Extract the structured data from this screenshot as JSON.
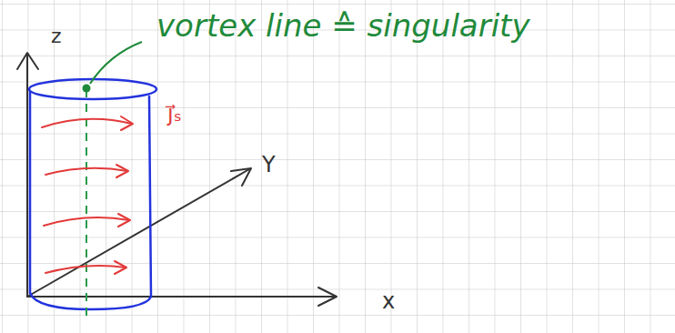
{
  "diagram": {
    "labels": [
      "vortex line ≙ singularity",
      "z",
      "Y",
      "x",
      "j⃗ₛ"
    ]
  }
}
